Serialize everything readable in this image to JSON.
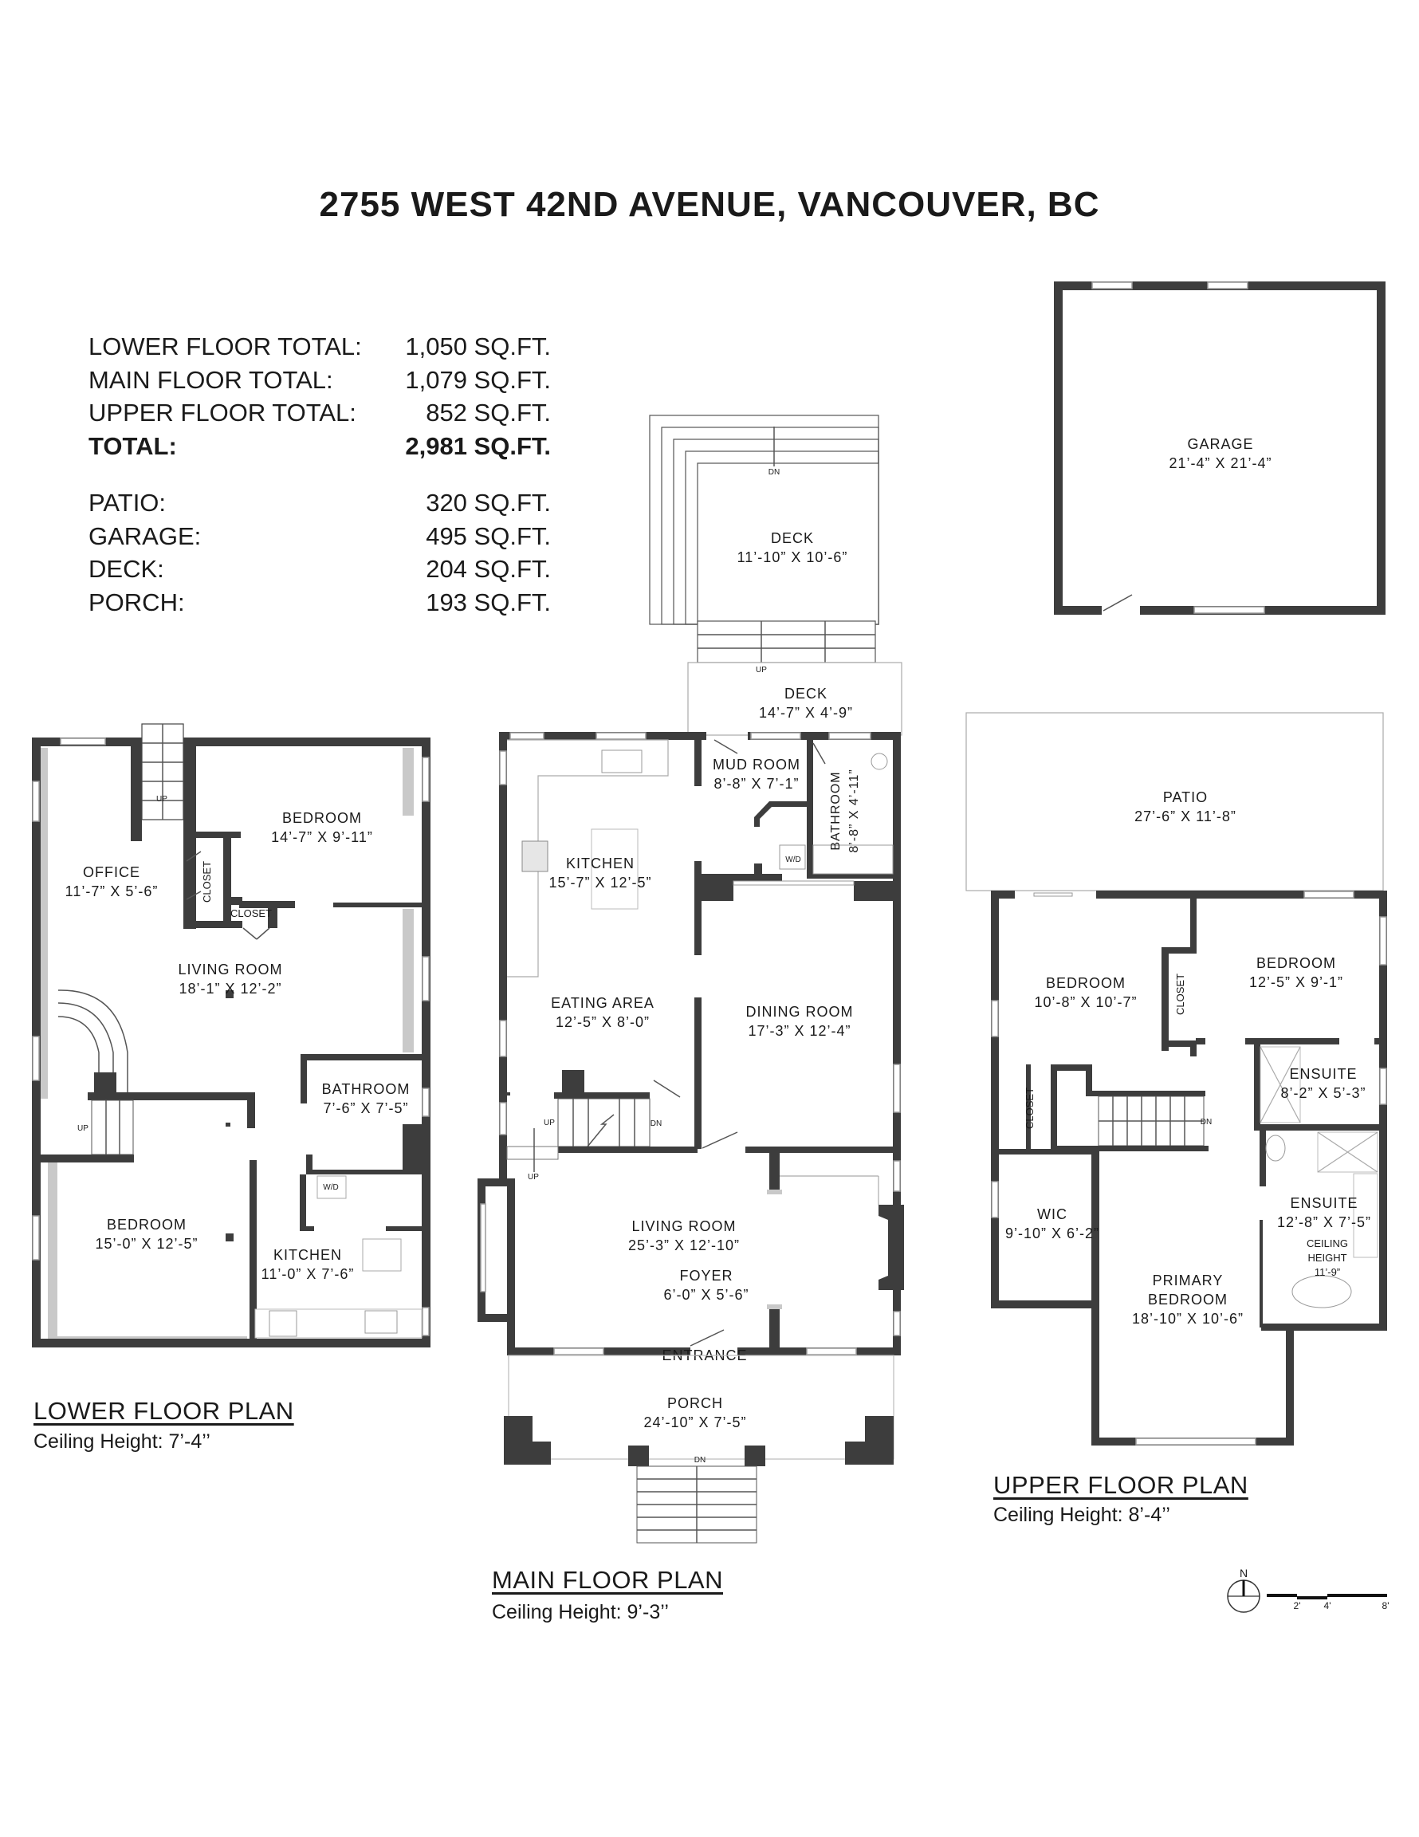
{
  "title": "2755 WEST 42ND AVENUE, VANCOUVER, BC",
  "areas": [
    {
      "label": "LOWER FLOOR TOTAL:",
      "value": "1,050 SQ.FT."
    },
    {
      "label": "MAIN FLOOR TOTAL:",
      "value": "1,079 SQ.FT."
    },
    {
      "label": "UPPER FLOOR TOTAL:",
      "value": "852 SQ.FT."
    },
    {
      "label": "TOTAL:",
      "value": "2,981 SQ.FT."
    },
    {
      "label": "PATIO:",
      "value": "320 SQ.FT."
    },
    {
      "label": "GARAGE:",
      "value": "495 SQ.FT."
    },
    {
      "label": "DECK:",
      "value": "204 SQ.FT."
    },
    {
      "label": "PORCH:",
      "value": "193 SQ.FT."
    }
  ],
  "lower": {
    "title": "LOWER FLOOR PLAN",
    "ceiling": "Ceiling Height: 7’-4’’",
    "rooms": [
      {
        "name": "BEDROOM",
        "dims": "14’-7” X 9’-11”"
      },
      {
        "name": "OFFICE",
        "dims": "11’-7” X 5’-6”"
      },
      {
        "name": "LIVING ROOM",
        "dims": "18’-1” X 12’-2”"
      },
      {
        "name": "BATHROOM",
        "dims": "7’-6” X 7’-5”"
      },
      {
        "name": "BEDROOM",
        "dims": "15’-0” X 12’-5”"
      },
      {
        "name": "KITCHEN",
        "dims": "11’-0” X 7’-6”"
      }
    ],
    "closet": "CLOSET",
    "wd": "W/D",
    "up": "UP"
  },
  "main": {
    "title": "MAIN FLOOR PLAN",
    "ceiling": "Ceiling Height: 9’-3’’",
    "rooms": [
      {
        "name": "DECK",
        "dims": "11’-10” X 10’-6”"
      },
      {
        "name": "DECK",
        "dims": "14’-7” X 4’-9”"
      },
      {
        "name": "MUD ROOM",
        "dims": "8’-8” X 7’-1”"
      },
      {
        "name": "BATHROOM",
        "dims": "8’-8” X 4’-11”"
      },
      {
        "name": "KITCHEN",
        "dims": "15’-7” X 12’-5”"
      },
      {
        "name": "EATING AREA",
        "dims": "12’-5” X 8’-0”"
      },
      {
        "name": "DINING ROOM",
        "dims": "17’-3” X 12’-4”"
      },
      {
        "name": "LIVING ROOM",
        "dims": "25’-3” X 12’-10”"
      },
      {
        "name": "FOYER",
        "dims": "6’-0” X 5’-6”"
      },
      {
        "name": "PORCH",
        "dims": "24’-10” X 7’-5”"
      }
    ],
    "entrance": "ENTRANCE",
    "wd": "W/D",
    "up": "UP",
    "dn": "DN"
  },
  "garage": {
    "name": "GARAGE",
    "dims": "21’-4” X 21’-4”"
  },
  "patio": {
    "name": "PATIO",
    "dims": "27’-6” X 11’-8”"
  },
  "upper": {
    "title": "UPPER FLOOR PLAN",
    "ceiling": "Ceiling Height: 8’-4’’",
    "rooms": [
      {
        "name": "BEDROOM",
        "dims": "10’-8” X 10’-7”"
      },
      {
        "name": "BEDROOM",
        "dims": "12’-5” X 9’-1”"
      },
      {
        "name": "ENSUITE",
        "dims": "8’-2” X 5’-3”"
      },
      {
        "name": "WIC",
        "dims": "9’-10” X 6’-2”"
      },
      {
        "name": "ENSUITE",
        "dims": "12’-8” X 7’-5”"
      },
      {
        "name_line1": "PRIMARY",
        "name_line2": "BEDROOM",
        "dims": "18’-10” X 10’-6”"
      }
    ],
    "ceiling_note": [
      "CEILING",
      "HEIGHT",
      "11’-9”"
    ],
    "closet": "CLOSET",
    "dn": "DN"
  },
  "legend": {
    "north": "N",
    "scale_ticks": [
      "2'",
      "4'",
      "8'"
    ]
  }
}
